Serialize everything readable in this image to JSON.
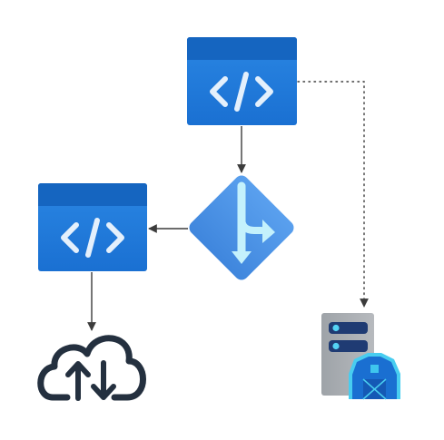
{
  "nodes": [
    {
      "id": "app-top",
      "icon": "code-window-icon"
    },
    {
      "id": "branch",
      "icon": "git-merge-icon"
    },
    {
      "id": "app-left",
      "icon": "code-window-icon"
    },
    {
      "id": "cloud",
      "icon": "cloud-upload-download-icon"
    },
    {
      "id": "server-farm",
      "icon": "server-barn-icon"
    }
  ],
  "edges": [
    {
      "from": "app-top",
      "to": "branch",
      "style": "solid"
    },
    {
      "from": "branch",
      "to": "app-left",
      "style": "solid"
    },
    {
      "from": "app-left",
      "to": "cloud",
      "style": "solid"
    },
    {
      "from": "app-top",
      "to": "server-farm",
      "style": "dotted"
    }
  ],
  "colors": {
    "window_blue": "#1b79d9",
    "window_header": "#1565c0",
    "diamond_blue": "#4e95e8",
    "arrow_cyan": "#bff0fb",
    "connector": "#3c3c3c",
    "cloud_outline": "#24303f",
    "server_gray": "#a2a6ab",
    "server_slot": "#1f3b73",
    "barn_blue": "#1a6fd1",
    "barn_cyan": "#48cdf0"
  }
}
